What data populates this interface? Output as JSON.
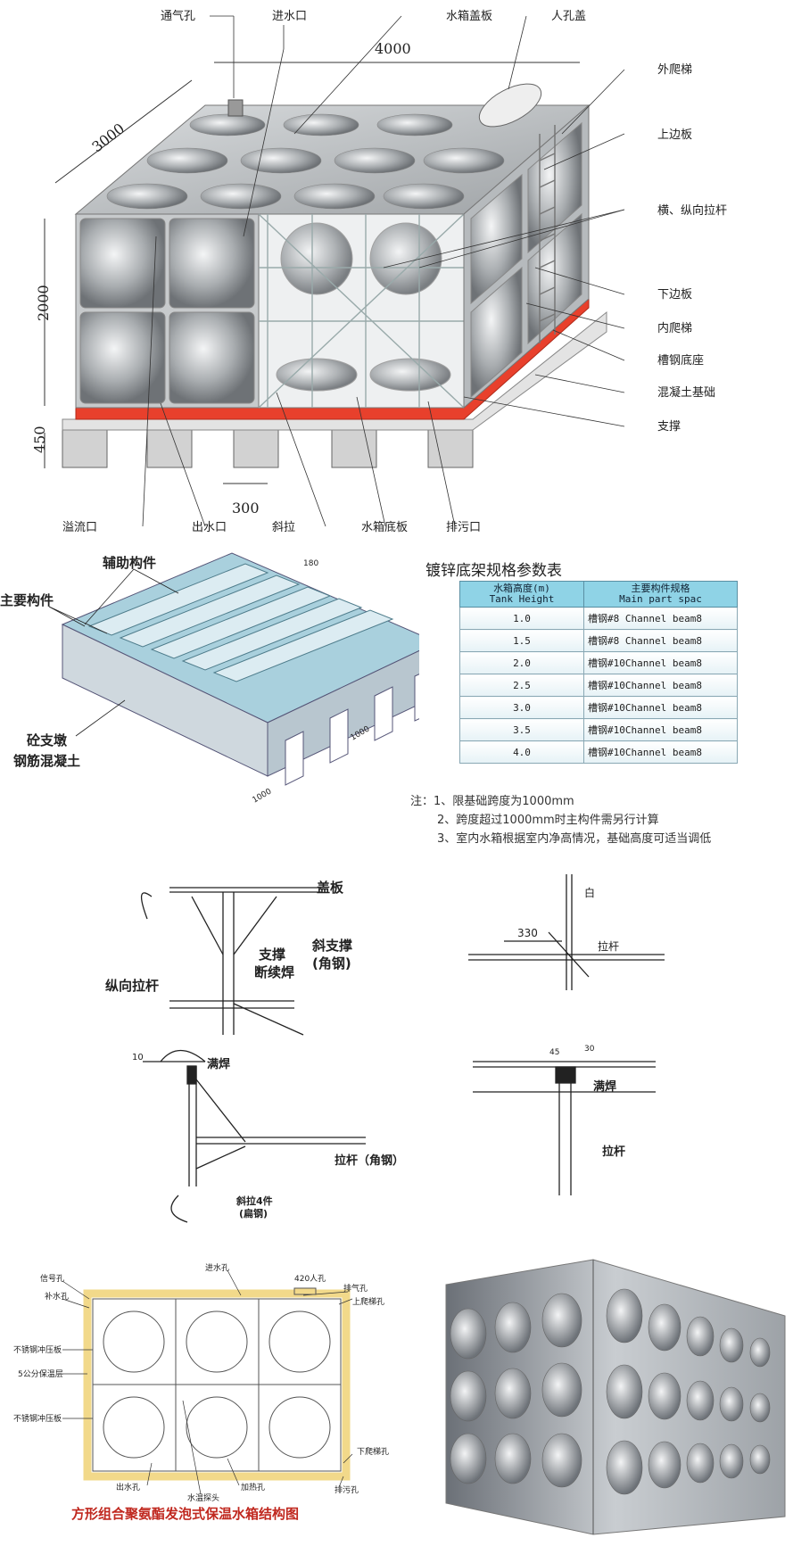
{
  "tank": {
    "dims": {
      "w": "4000",
      "d": "3000",
      "h": "2000",
      "base": "450",
      "span": "300"
    },
    "top_labels": [
      "通气孔",
      "进水口",
      "水箱盖板",
      "人孔盖"
    ],
    "right_labels": [
      "外爬梯",
      "上边板",
      "横、纵向拉杆",
      "下边板",
      "内爬梯",
      "槽钢底座",
      "混凝土基础",
      "支撑"
    ],
    "bottom_labels": [
      "溢流口",
      "出水口",
      "斜拉",
      "水箱底板",
      "排污口"
    ]
  },
  "frame": {
    "labels": {
      "aux": "辅助构件",
      "main": "主要构件",
      "pier": "砼支墩",
      "concrete": "钢筋混凝土"
    },
    "dim_top": "180",
    "dim_side": "1000",
    "dim_bottom": "1000"
  },
  "spec_table": {
    "title": "镀锌底架规格参数表",
    "head1": "水箱高度(m)",
    "head1_en": "Tank Height",
    "head2": "主要构件规格",
    "head2_en": "Main part spac",
    "rows": [
      {
        "h": "1.0",
        "s": "槽钢#8 Channel beam8"
      },
      {
        "h": "1.5",
        "s": "槽钢#8 Channel beam8"
      },
      {
        "h": "2.0",
        "s": "槽钢#10Channel beam8"
      },
      {
        "h": "2.5",
        "s": "槽钢#10Channel beam8"
      },
      {
        "h": "3.0",
        "s": "槽钢#10Channel beam8"
      },
      {
        "h": "3.5",
        "s": "槽钢#10Channel beam8"
      },
      {
        "h": "4.0",
        "s": "槽钢#10Channel beam8"
      }
    ]
  },
  "notes": [
    "注：1、限基础跨度为1000mm",
    "2、跨度超过1000mm时主构件需另行计算",
    "3、室内水箱根据室内净高情况，基础高度可适当调低"
  ],
  "details": {
    "a": {
      "cover": "盖板",
      "support": "支撑",
      "diag": "斜支撑",
      "diag2": "(角钢)",
      "weld": "断续焊",
      "rod": "纵向拉杆"
    },
    "b": {
      "dim": "330",
      "top": "拉杆",
      "mark": "白"
    },
    "c": {
      "ten": "10",
      "weld": "满焊",
      "rod": "拉杆（角钢）",
      "brace": "斜拉4件",
      "brace2": "(扁钢)"
    },
    "d": {
      "d1": "45",
      "d2": "30",
      "weld": "满焊",
      "rod": "拉杆"
    }
  },
  "insulated": {
    "labels": [
      "信号孔",
      "补水孔",
      "进水孔",
      "420人孔",
      "排气孔",
      "上爬梯孔",
      "不锈钢冲压板",
      "5公分保温层",
      "不锈钢冲压板",
      "下爬梯孔",
      "出水孔",
      "水温探头",
      "加热孔",
      "排污孔"
    ],
    "caption": "方形组合聚氨酯发泡式保温水箱结构图",
    "caption_color": "#c0281f"
  },
  "colors": {
    "base_red": "#e8402c",
    "panel": "#bfc3c6",
    "frame_blue": "#9cc7d6",
    "foam": "#f2d98a"
  }
}
